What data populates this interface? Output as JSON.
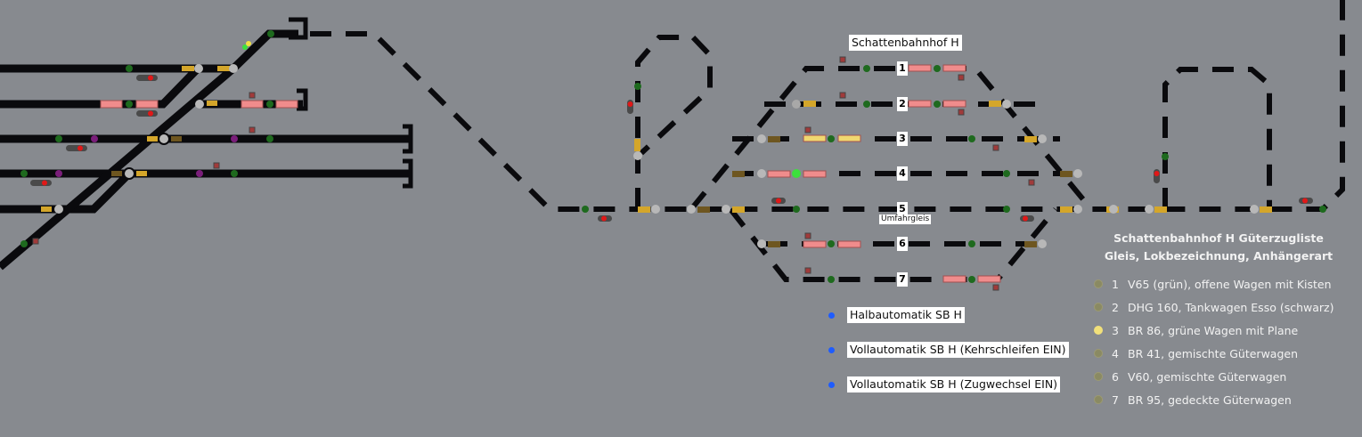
{
  "station": {
    "title": "Schattenbahnhof H",
    "tracks": [
      "1",
      "2",
      "3",
      "4",
      "5",
      "6",
      "7"
    ],
    "bypass_label": "Umfahrgleis"
  },
  "buttons": [
    {
      "label": "Halbautomatik SB H"
    },
    {
      "label": "Vollautomatik SB H (Kehrschleifen EIN)"
    },
    {
      "label": "Vollautomatik SB H (Zugwechsel EIN)"
    }
  ],
  "legend": {
    "title": "Schattenbahnhof H Güterzugliste",
    "subtitle": "Gleis,  Lokbezeichnung, Anhängerart",
    "items": [
      {
        "track": "1",
        "text": "V65 (grün), offene Wagen mit Kisten",
        "active": false
      },
      {
        "track": "2",
        "text": "DHG 160, Tankwagen Esso (schwarz)",
        "active": false
      },
      {
        "track": "3",
        "text": "BR 86, grüne Wagen mit Plane",
        "active": true
      },
      {
        "track": "4",
        "text": "BR 41, gemischte Güterwagen",
        "active": false
      },
      {
        "track": "6",
        "text": "V60, gemischte Güterwagen",
        "active": false
      },
      {
        "track": "7",
        "text": "BR 95, gedeckte Güterwagen",
        "active": false
      }
    ]
  },
  "colors": {
    "background": "#878a8f",
    "track": "#0a0a0d",
    "occupied": "#f08c8c",
    "reserved": "#f0d870",
    "switch": "#d4a62a",
    "switch_dark": "#6e5620",
    "contact": "#1e6a1e",
    "signal_red": "#e01818",
    "button_dot": "#1e5cff"
  }
}
